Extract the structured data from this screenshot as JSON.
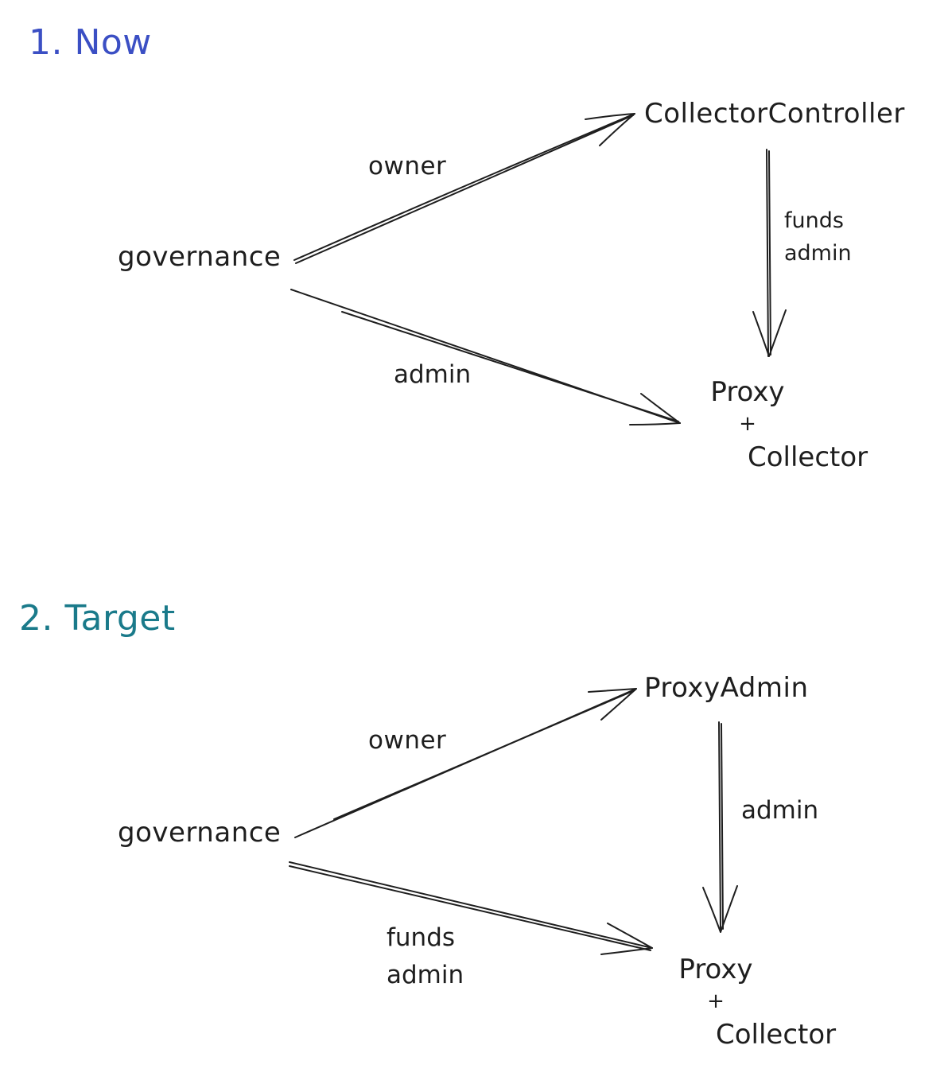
{
  "colors": {
    "ink": "#1e1e1e",
    "heading_now": "#3b4fc4",
    "heading_target": "#1a7a8a",
    "background": "#ffffff"
  },
  "sections": [
    {
      "heading": "1. Now",
      "nodes": {
        "governance": "governance",
        "top": "CollectorController",
        "bottom_line1": "Proxy",
        "bottom_plus": "+",
        "bottom_line2": "Collector"
      },
      "edges": {
        "governance_to_top": "owner",
        "governance_to_bottom": [
          "admin"
        ],
        "top_to_bottom": [
          "funds",
          "admin"
        ]
      }
    },
    {
      "heading": "2. Target",
      "nodes": {
        "governance": "governance",
        "top": "ProxyAdmin",
        "bottom_line1": "Proxy",
        "bottom_plus": "+",
        "bottom_line2": "Collector"
      },
      "edges": {
        "governance_to_top": "owner",
        "governance_to_bottom": [
          "funds",
          "admin"
        ],
        "top_to_bottom": [
          "admin"
        ]
      }
    }
  ]
}
